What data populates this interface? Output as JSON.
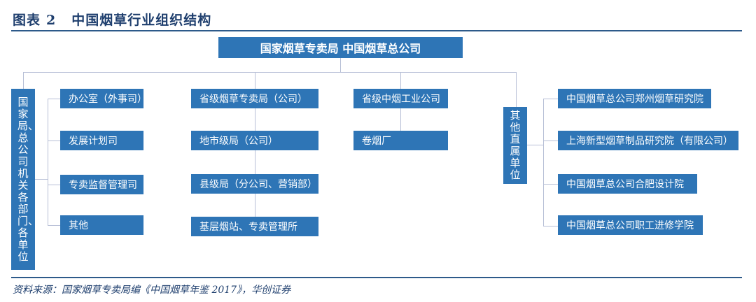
{
  "header": {
    "figure_label": "图表",
    "figure_number": "2",
    "title": "中国烟草行业组织结构"
  },
  "diagram": {
    "root": "国家烟草专卖局  中国烟草总公司",
    "branches": [
      {
        "label": "国家局、总公司机关各部门、各单位",
        "children": [
          "办公室（外事司）",
          "发展计划司",
          "专卖监督管理司",
          "其他"
        ]
      },
      {
        "label": "省级烟草专卖局（公司）",
        "children": [
          "地市级局（公司）",
          "县级局（分公司、营销部）",
          "基层烟站、专卖管理所"
        ]
      },
      {
        "label": "省级中烟工业公司",
        "children": [
          "卷烟厂"
        ]
      },
      {
        "label": "其他直属单位",
        "children": [
          "中国烟草总公司郑州烟草研究院",
          "上海新型烟草制品研究院（有限公司）",
          "中国烟草总公司合肥设计院",
          "中国烟草总公司职工进修学院"
        ]
      }
    ]
  },
  "footer": {
    "source": "资料来源：国家烟草专卖局编《中国烟草年鉴 2017》，华创证券"
  },
  "colors": {
    "box": "#2e75b6",
    "connector": "#b7bfd6",
    "title": "#1f3f6e"
  }
}
